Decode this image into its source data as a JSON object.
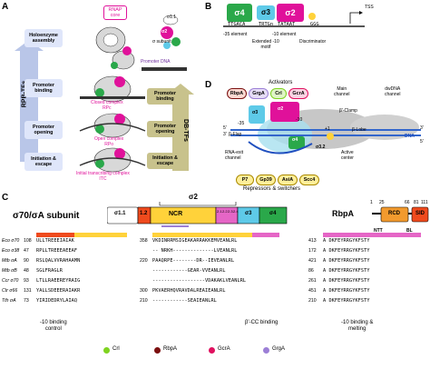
{
  "panels": {
    "a": "A",
    "b": "B",
    "c": "C",
    "d": "D"
  },
  "panel_a": {
    "rnap_core": "RNAP\ncore",
    "sigma_subunit": "σ subunit",
    "promoter_dna": "Promoter DNA",
    "closed_complex": "Closed complex\nRPc",
    "open_complex": "Open complex\nRPo",
    "initial_complex": "Initial transcribing complex\nITC",
    "rpb_tfs": "RPB-TFs",
    "db_tfs": "DB-TFs",
    "left_steps": [
      "Holoenzyme\nassembly",
      "Promoter\nbinding",
      "Promoter\nopening",
      "Initiation &\nescape"
    ],
    "right_steps": [
      "Promoter\nbinding",
      "Promoter\nopening",
      "Initiation &\nescape"
    ],
    "sigma_labels": {
      "s11": "σ1.1",
      "s2": "σ2",
      "s4": "σ4",
      "s3": "σ3"
    }
  },
  "panel_b": {
    "domains": [
      "σ4",
      "σ3",
      "σ2"
    ],
    "seqs": [
      "TTGACA",
      "TRTGn",
      "TATAAT",
      "GGG"
    ],
    "tss": "TSS",
    "labels": [
      "-35 element",
      "-10 element",
      "Extended -10\nmotif",
      "Discriminator"
    ]
  },
  "panel_d": {
    "activators": "Activators",
    "activator_names": [
      "RbpA",
      "GrgA",
      "Crl",
      "GcrA"
    ],
    "main_channel": "Main\nchannel",
    "dwdna_channel": "dwDNA\nchannel",
    "clamp": "β'-Clamp",
    "lobe": "β-Lobe",
    "flap": "β-Flap",
    "dna": "DNA",
    "rna_exit": "RNA-exit\nchannel",
    "active_center": "Active\ncenter",
    "repressors": "Repressors & switchers",
    "repressor_names": [
      "P7",
      "Gp39",
      "AsiA",
      "Scc4"
    ],
    "sigma_labels": [
      "σ3",
      "σ2",
      "σ4",
      "σ3.2"
    ],
    "elements": [
      "-35",
      "-10",
      "+1"
    ],
    "primes": [
      "5'",
      "3'",
      "3'",
      "5'"
    ]
  },
  "panel_c": {
    "title": "σ70/σA  subunit",
    "sigma2": "σ2",
    "domains": [
      "σ1.1",
      "1.2",
      "NCR",
      "2.1",
      "2.2",
      "2.3",
      "2.4",
      "σ3",
      "σ4"
    ],
    "rbpa": "RbpA",
    "rbpa_ticks": [
      "1",
      "25",
      "66",
      "81",
      "111"
    ],
    "rbpa_domains": [
      "RCD",
      "SID"
    ],
    "rbpa_labels": [
      "NTT",
      "BL"
    ],
    "names": [
      "Eco σ70",
      "Eco σ38",
      "Mtb σA",
      "Mtb σB",
      "Ccr σ70",
      "Ctr σ66",
      "Tth σA"
    ],
    "block1": {
      "nums": [
        "108",
        "47",
        "90",
        "48",
        "93",
        "131",
        "73"
      ],
      "seqs": [
        "ULLTREEEIAIAK",
        "RPLLTREEEAEEAF",
        "RSLQALVVRAHAAMN",
        "SGLFRAGLR",
        "LTLLRAEEREYRAIG",
        "YALLSDEEERAIAKR",
        "YIRIDEDRYLAIAQ"
      ]
    },
    "block2": {
      "nums": [
        "358",
        "",
        "220",
        "",
        "",
        "300",
        "210"
      ],
      "seqs": [
        "VKDINRRMSIGEAKARRAKKEMVEANLRL",
        "-- NRKH--------------LVEANLRL",
        "PAAQRPE--------DR--IEVEANLRL",
        "------------GEAR-VVEANLRL",
        "------------------VDAKAKLVEANLRL",
        "PKVAERHQVRAVDALREAIEANLRL",
        "------------SEAIEANLRL"
      ]
    },
    "block3": {
      "nums": [
        "413",
        "172",
        "421",
        "86",
        "261",
        "451",
        "210"
      ],
      "seqs": [
        "A DKFEYRRGYKFSTY",
        "A DKFEYRRGYKFSTY",
        "A DKFEYRRGYKFSTY",
        "A DKFEYRRGYKFSTY",
        "A DKFEYRRGYKFSTY",
        "A DKFEYRRGYKFSTY",
        "A DKFEYRRGYKFSTY"
      ]
    },
    "bottom_labels": [
      "-10 binding\ncontrol",
      "β'-CC binding",
      "-10 binding &\nmelting"
    ],
    "legend": [
      {
        "name": "Crl",
        "color": "#7fd320"
      },
      {
        "name": "RbpA",
        "color": "#7b1010"
      },
      {
        "name": "GcrA",
        "color": "#e0115f"
      },
      {
        "name": "GrgA",
        "color": "#9c7fd6"
      }
    ]
  },
  "colors": {
    "sigma4": "#2aa84a",
    "sigma3": "#5ecae8",
    "sigma2": "#e0119a",
    "sigma11": "#ffffff",
    "ncr": "#ffd23a",
    "r12": "#ef4a1d",
    "pink": "#e566c6",
    "arrow_left": "#b9c6e8",
    "arrow_right": "#b8b27a"
  }
}
